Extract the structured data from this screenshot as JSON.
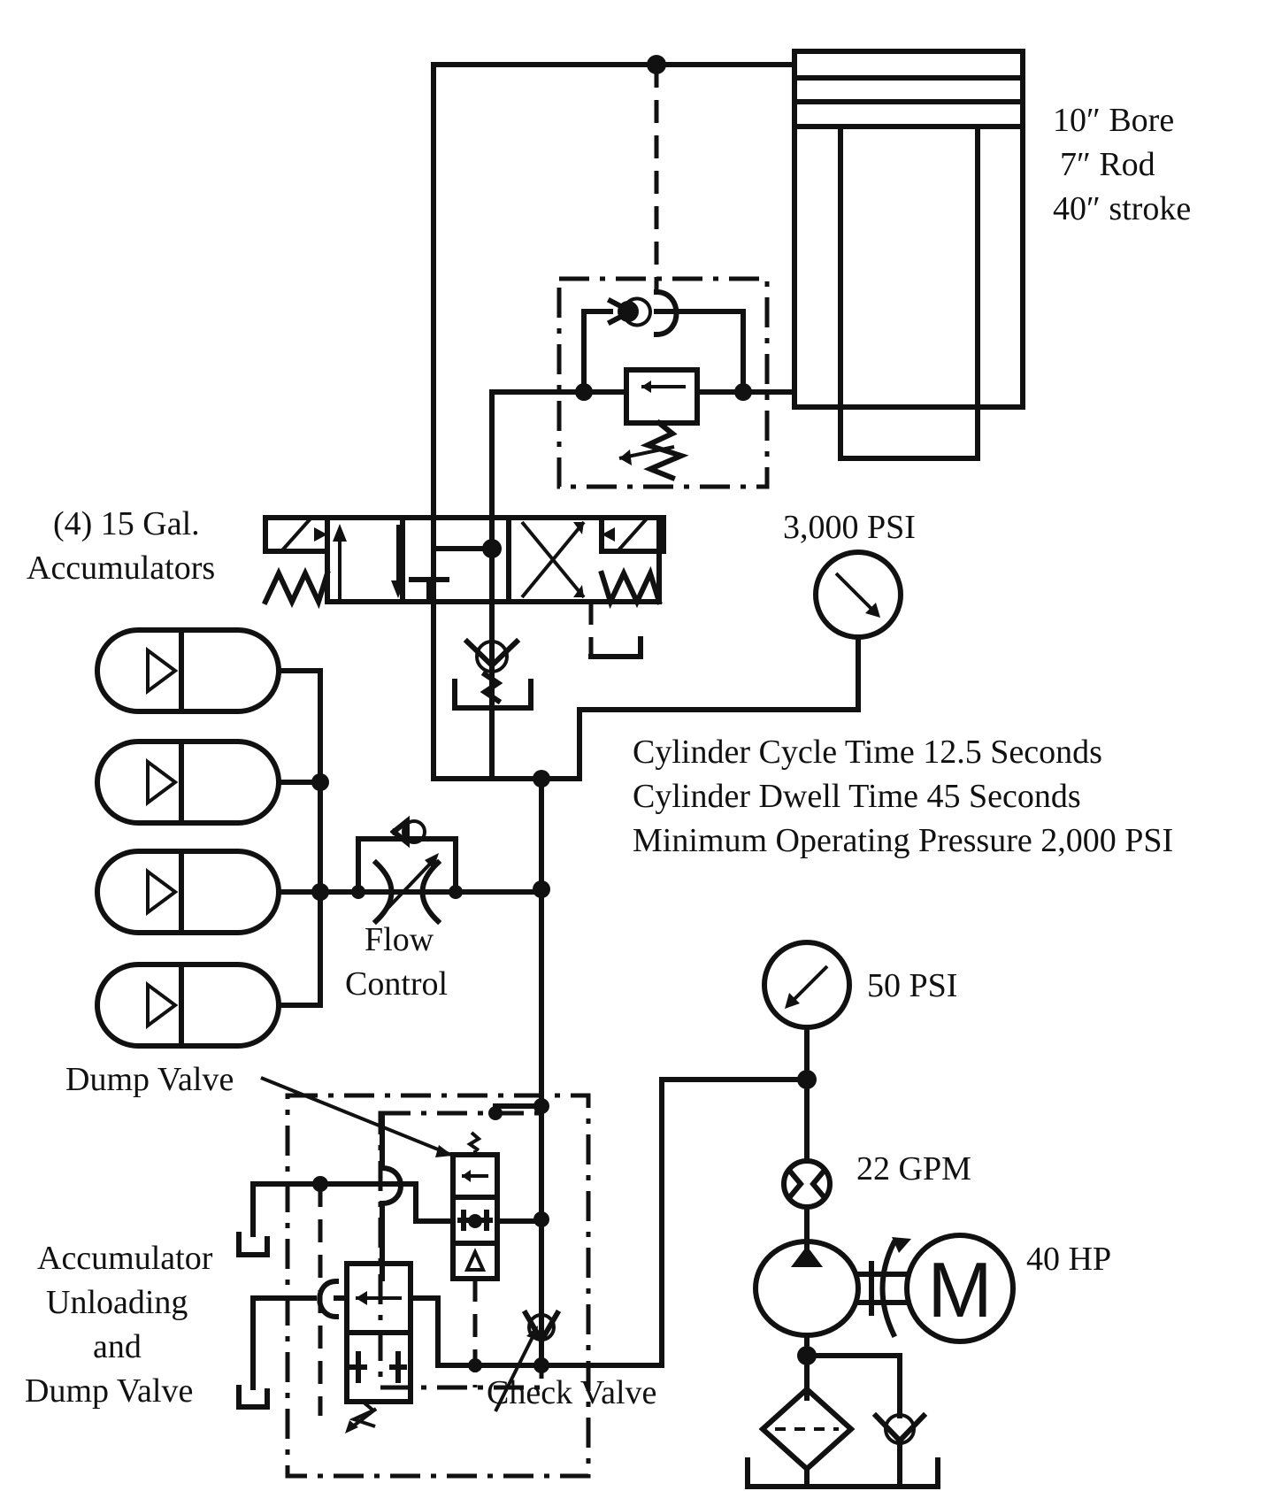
{
  "labels": {
    "cylinder_bore": "10″ Bore",
    "cylinder_rod": "7″ Rod",
    "cylinder_stroke": "40″ stroke",
    "accumulators_line1": "(4) 15 Gal.",
    "accumulators_line2": "Accumulators",
    "gauge_high": "3,000 PSI",
    "cycle_time": "Cylinder Cycle Time 12.5 Seconds",
    "dwell_time": "Cylinder Dwell Time 45 Seconds",
    "min_pressure": "Minimum Operating Pressure 2,000 PSI",
    "flow_control_line1": "Flow",
    "flow_control_line2": "Control",
    "gauge_low": "50 PSI",
    "dump_valve": "Dump Valve",
    "flow_rate": "22 GPM",
    "motor_power": "40 HP",
    "unloading_line1": "Accumulator",
    "unloading_line2": "Unloading",
    "unloading_line3": "and",
    "unloading_line4": "Dump Valve",
    "check_valve": "Check Valve"
  },
  "icons": {
    "motor": "M"
  }
}
